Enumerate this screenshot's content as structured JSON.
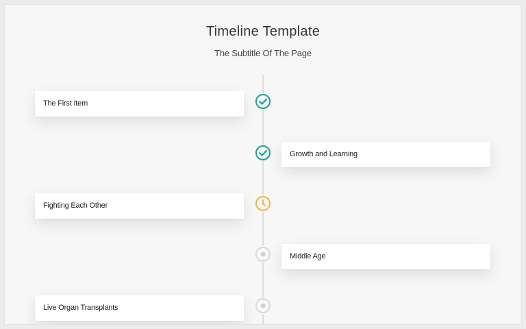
{
  "header": {
    "title": "Timeline Template",
    "subtitle": "The Subtitle Of The Page"
  },
  "timeline": {
    "items": [
      {
        "label": "The First Item",
        "status": "completed",
        "icon": "check-circle-icon",
        "color": "#26a69a"
      },
      {
        "label": "Growth and Learning",
        "status": "completed",
        "icon": "check-circle-icon",
        "color": "#26a69a"
      },
      {
        "label": "Fighting Each Other",
        "status": "in-progress",
        "icon": "clock-icon",
        "color": "#f0b849"
      },
      {
        "label": "Middle Age",
        "status": "pending",
        "icon": "dot-circle-icon",
        "color": "#d9d9d9"
      },
      {
        "label": "Live Organ Transplants",
        "status": "pending",
        "icon": "dot-circle-icon",
        "color": "#d9d9d9"
      }
    ]
  }
}
